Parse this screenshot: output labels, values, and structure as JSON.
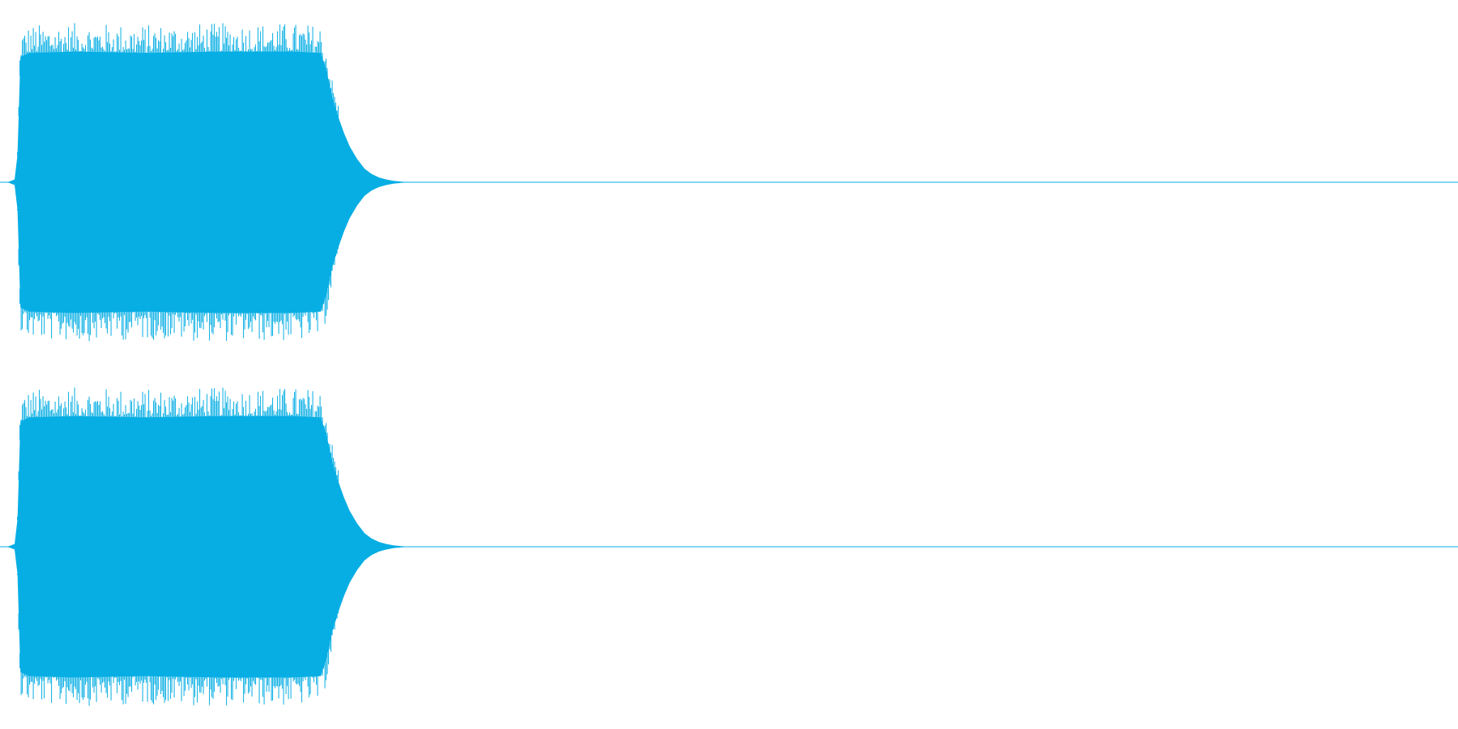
{
  "chart_data": {
    "type": "area",
    "channels": [
      {
        "envelope": {
          "x": [
            0.0,
            0.005,
            0.01,
            0.012,
            0.014,
            0.02,
            0.05,
            0.1,
            0.15,
            0.2,
            0.22,
            0.224,
            0.228,
            0.232,
            0.236,
            0.24,
            0.245,
            0.25,
            0.255,
            0.26,
            0.265,
            0.27,
            0.275,
            0.28,
            1.0
          ],
          "y": [
            0.0,
            0.0,
            0.02,
            0.2,
            0.92,
            0.95,
            0.96,
            0.95,
            0.96,
            0.96,
            0.95,
            0.82,
            0.62,
            0.48,
            0.36,
            0.26,
            0.17,
            0.1,
            0.06,
            0.035,
            0.02,
            0.01,
            0.005,
            0.0,
            0.0
          ]
        }
      },
      {
        "envelope": {
          "x": [
            0.0,
            0.005,
            0.01,
            0.012,
            0.014,
            0.02,
            0.05,
            0.1,
            0.15,
            0.2,
            0.22,
            0.224,
            0.228,
            0.232,
            0.236,
            0.24,
            0.245,
            0.25,
            0.255,
            0.26,
            0.265,
            0.27,
            0.275,
            0.28,
            1.0
          ],
          "y": [
            0.0,
            0.0,
            0.02,
            0.2,
            0.92,
            0.95,
            0.96,
            0.95,
            0.96,
            0.96,
            0.95,
            0.82,
            0.62,
            0.48,
            0.36,
            0.26,
            0.17,
            0.1,
            0.06,
            0.035,
            0.02,
            0.01,
            0.005,
            0.0,
            0.0
          ]
        }
      }
    ],
    "xlim": [
      0,
      1
    ],
    "ylim": [
      -1,
      1
    ],
    "grid": false,
    "color": "#06aee4",
    "background": "#ffffff"
  }
}
